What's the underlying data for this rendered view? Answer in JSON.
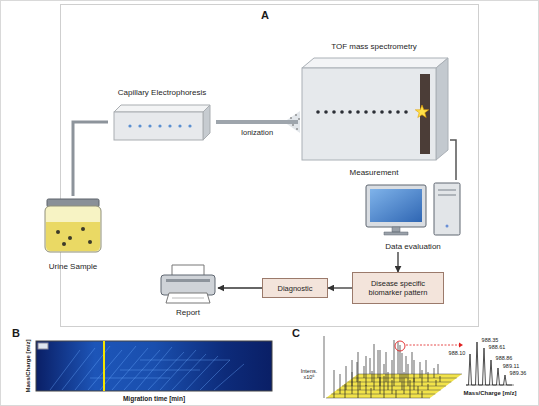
{
  "diagram": {
    "nodes": [
      {
        "text": [
          "Urine Sample"
        ]
      },
      {
        "text": [
          "Capillary Electrophoresis"
        ]
      },
      {
        "text": [
          "TOF mass spectrometry",
          "Measurement"
        ]
      },
      {
        "text": [
          "Data evaluation"
        ]
      },
      {
        "text": [
          "Disease specific biomarker pattern"
        ]
      },
      {
        "text": [
          "Diagnostic"
        ]
      },
      {
        "text": [
          "Report"
        ]
      }
    ],
    "edges": [
      {
        "from": 0,
        "to": 1,
        "arrow": "none"
      },
      {
        "from": 1,
        "to": 2,
        "label": "Ionization",
        "arrow": "none"
      },
      {
        "from": 2,
        "to": 3,
        "arrow": "none"
      },
      {
        "from": 3,
        "to": 4,
        "arrow": "to"
      },
      {
        "from": 4,
        "to": 5,
        "arrow": "to"
      },
      {
        "from": 5,
        "to": 6,
        "arrow": "to"
      }
    ],
    "labels": [
      "A",
      "B",
      "C",
      "Mass/Charge [m/z]",
      "Migration time [min]",
      "Intens. x10⁶",
      "988.35",
      "988.61",
      "988.10",
      "988.86",
      "989.11",
      "989.36",
      "Mass/Charge [m/z]"
    ]
  }
}
